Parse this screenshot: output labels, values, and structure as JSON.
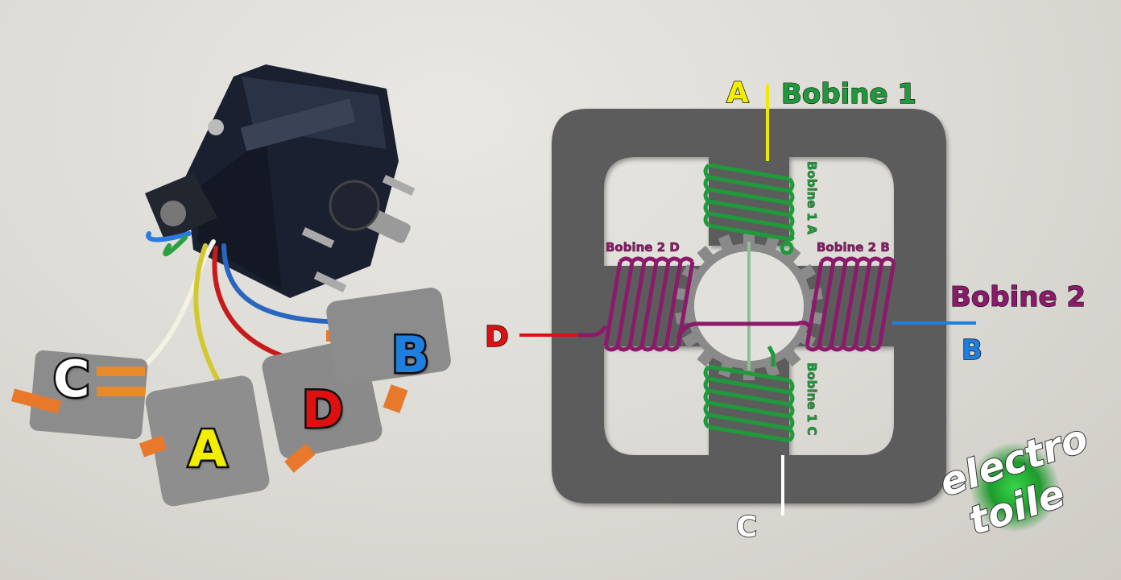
{
  "photo_labels": {
    "c": "C",
    "a": "A",
    "d": "D",
    "b": "B"
  },
  "diagram": {
    "top_terminal": "A",
    "coil1_title": "Bobine 1",
    "coil1a": "Bobine 1 A",
    "coil1c": "Bobine 1 C",
    "coil2d": "Bobine 2 D",
    "coil2b": "Bobine 2 B",
    "coil2_title": "Bobine 2",
    "left_terminal": "D",
    "right_terminal": "B",
    "bottom_terminal": "C"
  },
  "logo": {
    "line1": "electro",
    "line2": "toile"
  },
  "colors": {
    "coil1": "#1f9a3a",
    "coil2": "#8b1a6b",
    "wire_a": "#f2e600",
    "wire_d": "#e01010",
    "wire_b": "#1e7fe0",
    "wire_c": "#ffffff",
    "frame": "#5c5c5c"
  }
}
